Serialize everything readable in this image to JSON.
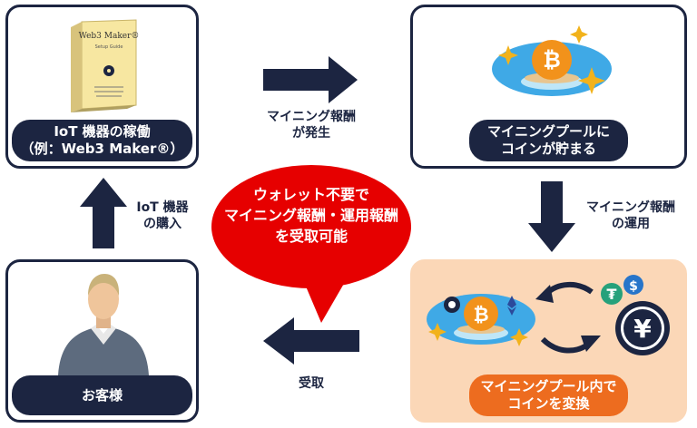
{
  "panels": {
    "iot_operation": {
      "line1": "IoT 機器の稼働",
      "line2": "（例：Web3 Maker®）"
    },
    "mining_pool": {
      "line1": "マイニングプールに",
      "line2": "コインが貯まる"
    },
    "customer": {
      "label": "お客様"
    },
    "conversion": {
      "line1": "マイニングプール内で",
      "line2": "コインを変換"
    }
  },
  "book": {
    "title": "Web3 Maker®",
    "subtitle": "Setup Guide"
  },
  "arrows": {
    "top": {
      "line1": "マイニング報酬",
      "line2": "が発生"
    },
    "right": {
      "line1": "マイニング報酬",
      "line2": "の運用"
    },
    "left": {
      "line1": "IoT 機器",
      "line2": "の購入"
    },
    "bottom": {
      "label": "受取"
    }
  },
  "bubble": {
    "line1": "ウォレット不要で",
    "line2": "マイニング報酬・運用報酬",
    "line3": "を受取可能"
  },
  "icons": {
    "bitcoin": "₿",
    "yen": "¥",
    "tether": "₮",
    "dollar": "$"
  },
  "colors": {
    "navy": "#1c2541",
    "red": "#e60000",
    "orange": "#ed6c1f",
    "peach": "#fbd7b7",
    "gold": "#f2b21b",
    "bitcoin": "#f2921b",
    "blue": "#3fa9e6"
  }
}
